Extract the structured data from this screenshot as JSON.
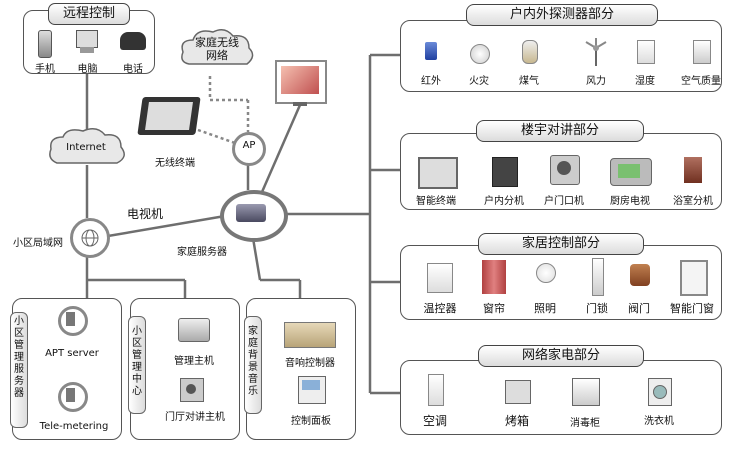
{
  "remote": {
    "title": "远程控制",
    "items": [
      "手机",
      "电脑",
      "电话"
    ]
  },
  "home_wireless": "家庭无线网络",
  "internet": "Internet",
  "wireless_terminal": "无线终端",
  "ap": "AP",
  "tv": "电视机",
  "home_server": "家庭服务器",
  "community_lan": "小区局域网",
  "detectors": {
    "title": "户内外探测器部分",
    "items": [
      "红外",
      "火灾",
      "煤气",
      "风力",
      "湿度",
      "空气质量"
    ]
  },
  "intercom": {
    "title": "楼宇对讲部分",
    "items": [
      "智能终端",
      "户内分机",
      "户门口机",
      "厨房电视",
      "浴室分机"
    ]
  },
  "home_control": {
    "title": "家居控制部分",
    "items": [
      "温控器",
      "窗帘",
      "照明",
      "门锁",
      "阀门",
      "智能门窗"
    ]
  },
  "appliances": {
    "title": "网络家电部分",
    "items": [
      "空调",
      "烤箱",
      "消毒柜",
      "洗衣机"
    ]
  },
  "mgmt_server": {
    "title": "小区管理服务器",
    "items": [
      "APT server",
      "Tele-metering"
    ]
  },
  "mgmt_center": {
    "title": "小区管理中心",
    "items": [
      "管理主机",
      "门厅对讲主机"
    ]
  },
  "bg_music": {
    "title": "家庭背景音乐",
    "items": [
      "音响控制器",
      "控制面板"
    ]
  },
  "colors": {
    "line": "#6e6e6e",
    "dotted": "#888888"
  }
}
